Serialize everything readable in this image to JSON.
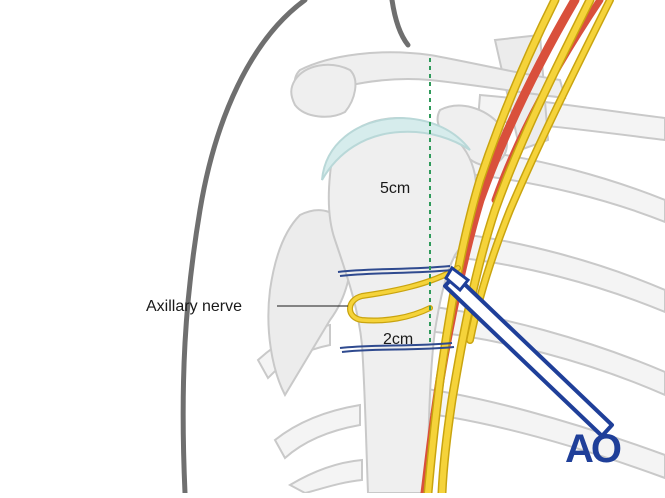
{
  "figure": {
    "labels": {
      "axillary_nerve": "Axillary nerve",
      "distance_upper": "5cm",
      "distance_lower": "2cm"
    },
    "logo": "AO",
    "colors": {
      "bone_fill": "#efefef",
      "bone_outline": "#c9c9c9",
      "cartilage": "#d6ecec",
      "skin_outline": "#6f6f6f",
      "nerve": "#f5d33a",
      "nerve_outline": "#c9a40f",
      "artery": "#d9503c",
      "suture": "#2f4a8f",
      "instrument": "#1f3f99",
      "guide_line": "#2f9a5a",
      "logo": "#1f3f99"
    }
  }
}
